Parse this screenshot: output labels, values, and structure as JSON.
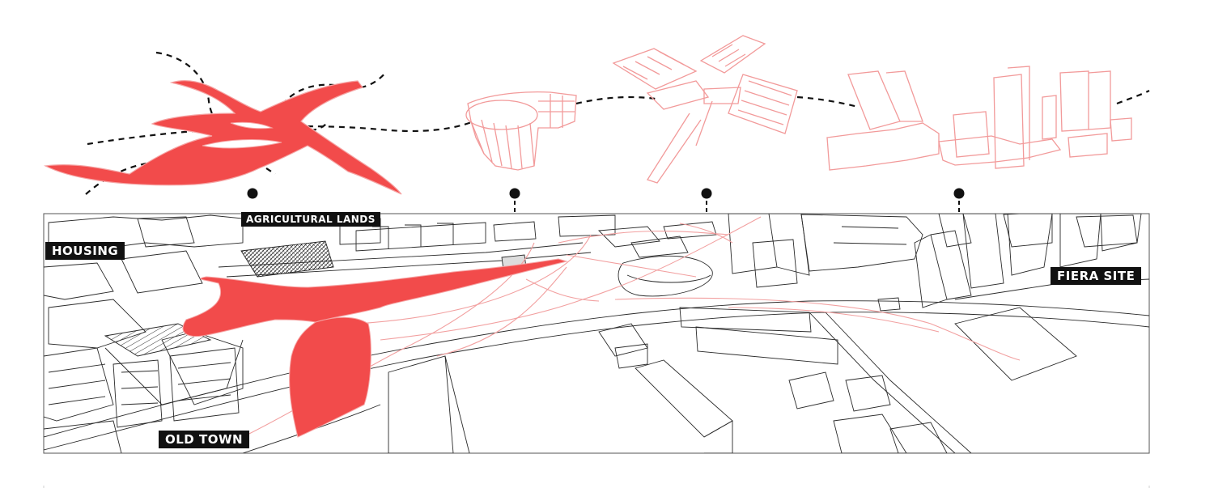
{
  "labels": {
    "agricultural_lands": "AGRICULTURAL LANDS",
    "housing": "HOUSING",
    "old_town": "OLD TOWN",
    "fiera_site": "FIERA SITE"
  },
  "colors": {
    "accent": "#f24b4b",
    "accent_line": "#f5a3a3",
    "ink": "#111111",
    "linework": "#2a2a2a"
  },
  "icons": {
    "leader_dot": "leader-dot-icon"
  }
}
